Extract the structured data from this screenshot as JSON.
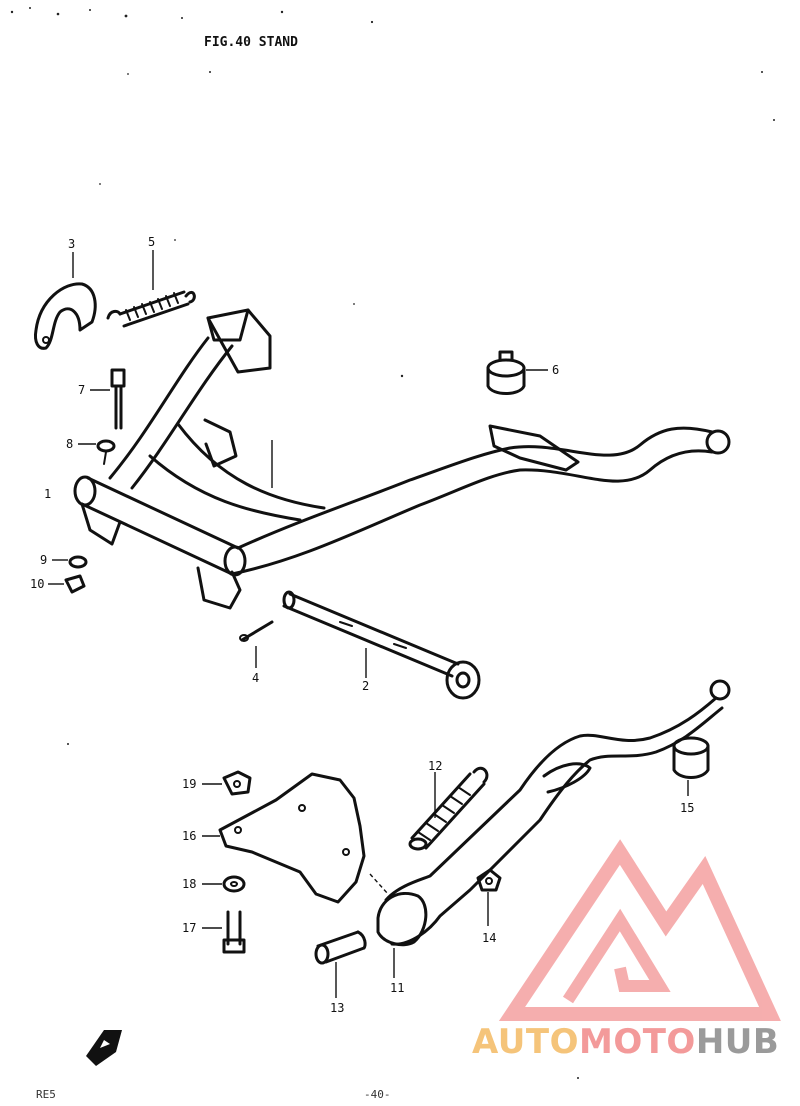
{
  "figure": {
    "title": "FIG.40  STAND",
    "page_number": "-40-",
    "model_code": "RE5"
  },
  "callouts": [
    "1",
    "2",
    "3",
    "4",
    "5",
    "6",
    "7",
    "8",
    "9",
    "10",
    "11",
    "12",
    "13",
    "14",
    "15",
    "16",
    "17",
    "18",
    "19"
  ],
  "watermark": {
    "brand_part_1": "AUTO",
    "brand_part_2": "MOTO",
    "brand_part_3": "HUB",
    "color_part_1": "#f5c47a",
    "color_part_2": "#f39a9a",
    "color_part_3": "#9a9a9a",
    "logo_color": "#f4a0a0"
  }
}
